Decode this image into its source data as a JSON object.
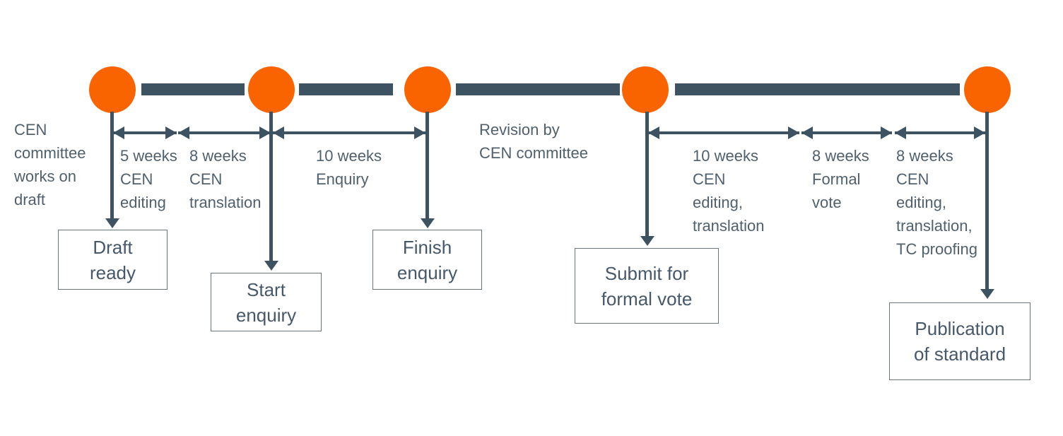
{
  "colors": {
    "orange": "#fa6400",
    "slate": "#3d5362",
    "label_text": "#50606d",
    "box_text": "#46586a",
    "box_border": "#68737b",
    "background": "#ffffff"
  },
  "diagram": {
    "type": "process-timeline",
    "subject": "CEN standard development timeline",
    "start_note": "CEN\ncommittee\nworks on\ndraft",
    "phases": [
      {
        "duration": "5 weeks",
        "activity": "CEN editing",
        "label": "5 weeks\nCEN\nediting"
      },
      {
        "duration": "8 weeks",
        "activity": "CEN translation",
        "label": "8 weeks\nCEN\ntranslation"
      },
      {
        "duration": "10 weeks",
        "activity": "Enquiry",
        "label": "10 weeks\nEnquiry"
      },
      {
        "duration": "",
        "activity": "Revision by CEN committee",
        "label": "Revision by\nCEN committee"
      },
      {
        "duration": "10 weeks",
        "activity": "CEN editing, translation",
        "label": "10 weeks\nCEN\nediting,\ntranslation"
      },
      {
        "duration": "8 weeks",
        "activity": "Formal vote",
        "label": "8 weeks\nFormal\nvote"
      },
      {
        "duration": "8 weeks",
        "activity": "CEN editing, translation, TC proofing",
        "label": "8 weeks\nCEN\nediting,\ntranslation,\nTC proofing"
      }
    ],
    "milestones": [
      {
        "label": "Draft\nready"
      },
      {
        "label": "Start\nenquiry"
      },
      {
        "label": "Finish\nenquiry"
      },
      {
        "label": "Submit for\nformal vote"
      },
      {
        "label": "Publication\nof standard"
      }
    ]
  }
}
